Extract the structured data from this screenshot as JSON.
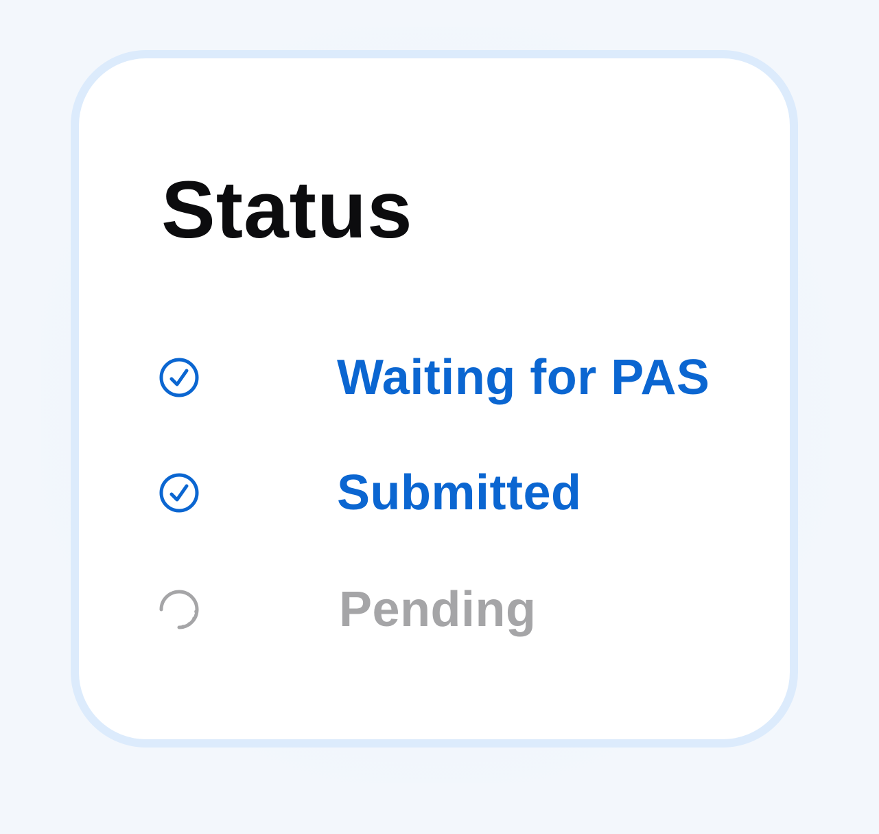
{
  "card": {
    "title": "Status"
  },
  "statuses": [
    {
      "label": "Waiting for PAS",
      "state": "done",
      "icon": "check-circle-icon",
      "color": "#0b66d1"
    },
    {
      "label": "Submitted",
      "state": "done",
      "icon": "check-circle-icon",
      "color": "#0b66d1"
    },
    {
      "label": "Pending",
      "state": "pending",
      "icon": "dotted-circle-icon",
      "color": "#a5a5a7"
    }
  ]
}
